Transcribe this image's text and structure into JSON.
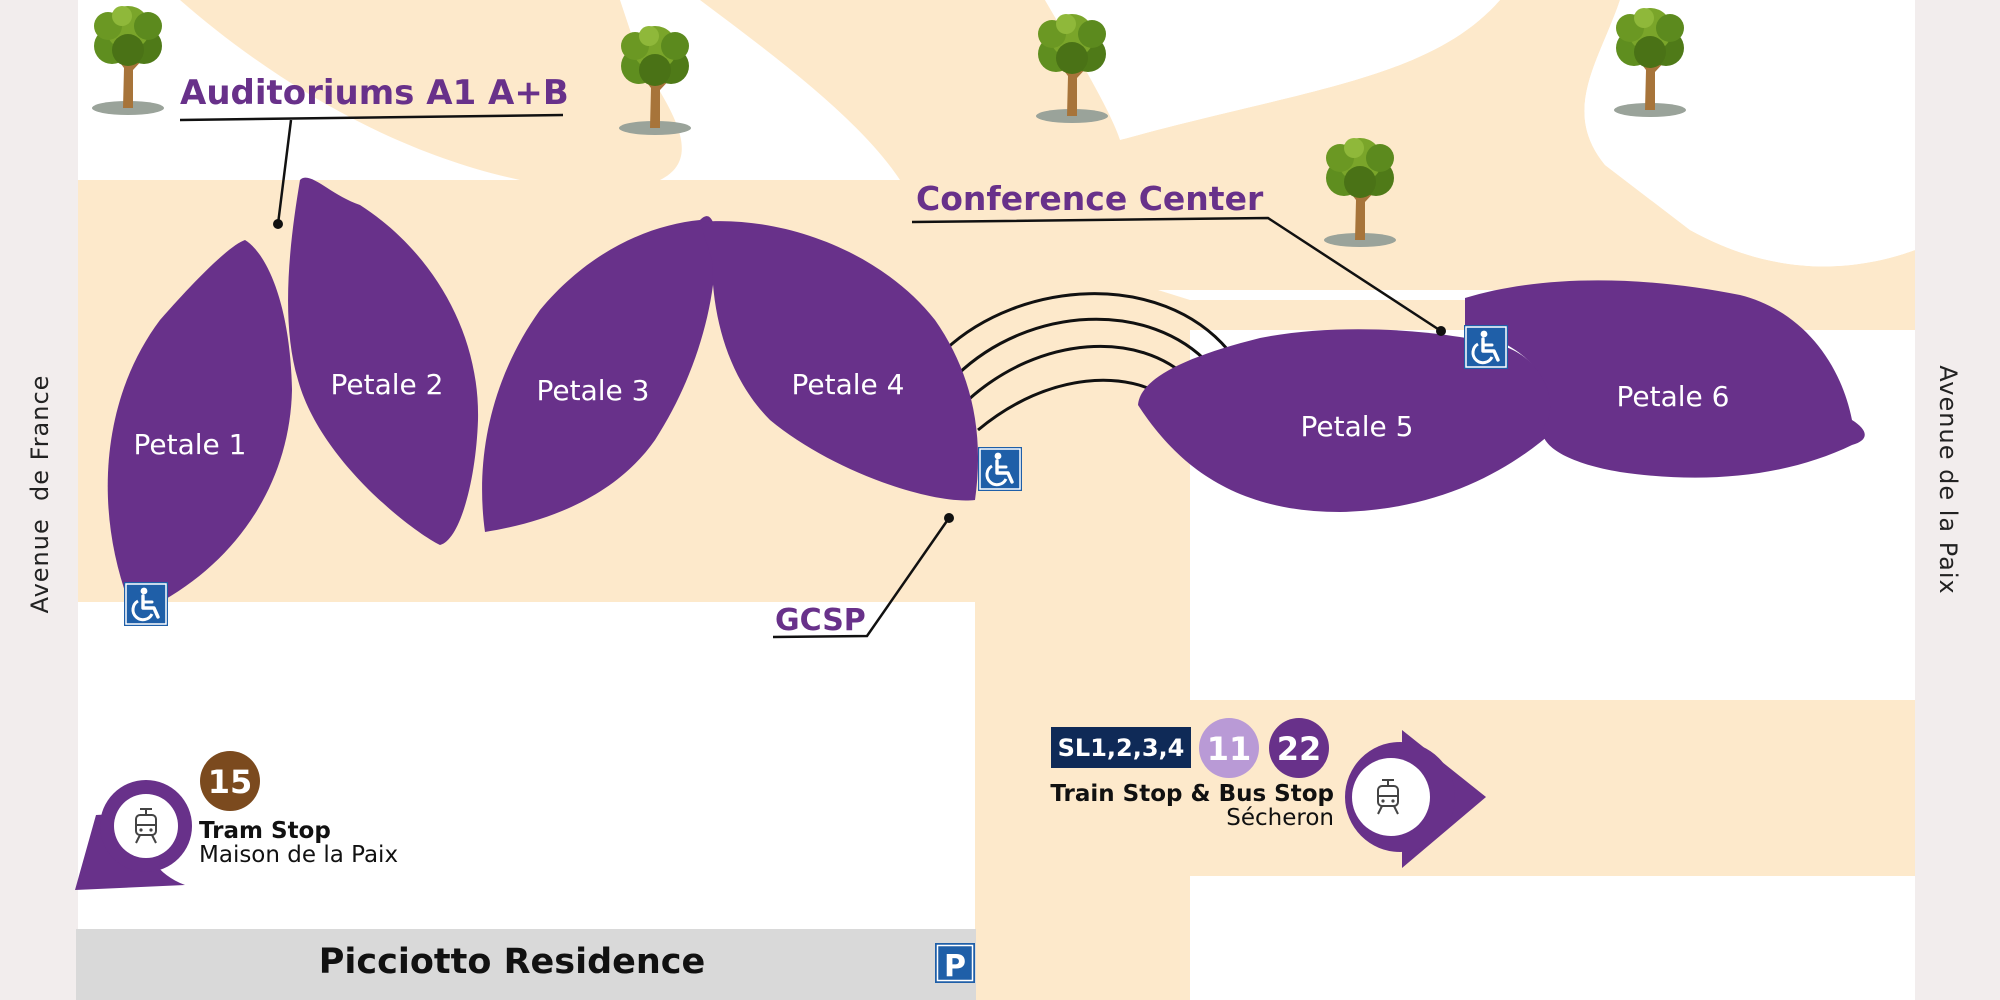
{
  "colors": {
    "petal": "#68318a",
    "ground": "#fde9cb",
    "edge_band": "#f2eded",
    "accessible": "#1f5fa8",
    "tram_line": "#7b4a1e",
    "bus_11": "#b99ad6",
    "bus_22": "#68318a",
    "sl_label_bg": "#0f2a57",
    "residence_bg": "#d9d9d9"
  },
  "streets": {
    "left": "Avenue  de France",
    "right": "Avenue de la Paix"
  },
  "petals": [
    "Petale 1",
    "Petale 2",
    "Petale 3",
    "Petale 4",
    "Petale 5",
    "Petale 6"
  ],
  "callouts": {
    "auditoriums": "Auditoriums A1 A+B",
    "conference": "Conference Center",
    "gcsp": "GCSP"
  },
  "tram_stop": {
    "line": "15",
    "title": "Tram Stop",
    "name": "Maison de la Paix",
    "icon": "tram-icon"
  },
  "train_bus_stop": {
    "lines_label": "SL1,2,3,4",
    "bus_lines": [
      "11",
      "22"
    ],
    "title": "Train Stop & Bus Stop",
    "name": "Sécheron",
    "icon": "tram-icon"
  },
  "residence": {
    "name": "Picciotto Residence",
    "parking": "P"
  },
  "accessible_icon": "wheelchair-icon",
  "tree_icon": "tree-icon"
}
